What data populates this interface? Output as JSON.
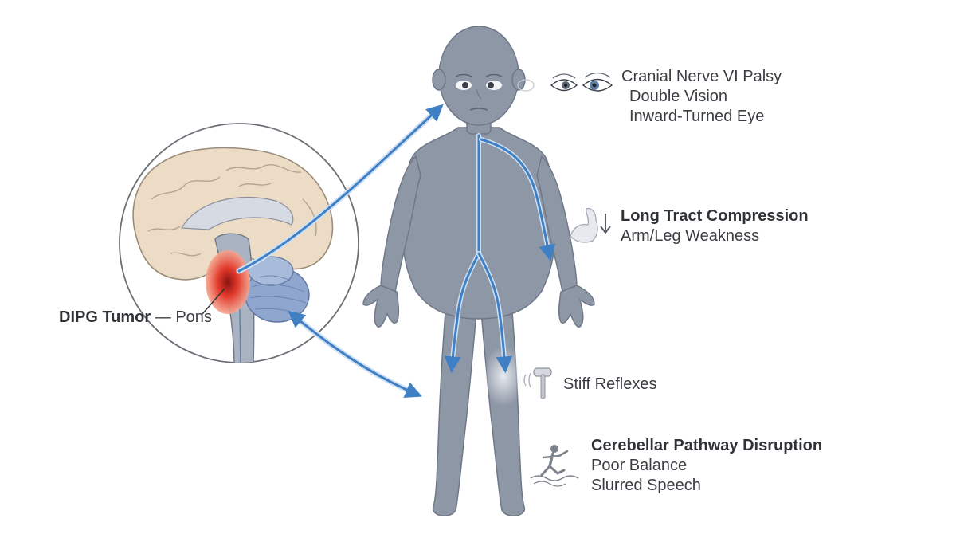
{
  "tumor": {
    "name": "DIPG Tumor",
    "dash": "—",
    "site": "Pons"
  },
  "cranial": {
    "title": "Cranial Nerve VI Palsy",
    "symptoms": [
      "Double Vision",
      "Inward-Turned Eye"
    ]
  },
  "long_tract": {
    "title": "Long Tract Compression",
    "symptoms": [
      "Arm/Leg Weakness"
    ]
  },
  "reflexes": {
    "title": "Stiff Reflexes"
  },
  "cerebellar": {
    "title": "Cerebellar Pathway Disruption",
    "symptoms": [
      "Poor Balance",
      "Slurred Speech"
    ]
  },
  "colors": {
    "arrow": "#3f7fc4",
    "body": "#8e97a6",
    "tumor": "#e23a2c",
    "cerebellum": "#8fa7cf",
    "cortex": "#ecdcc6"
  },
  "icons": [
    "eye-icon",
    "flexed-arm-icon",
    "down-arrow-icon",
    "reflex-hammer-icon",
    "off-balance-person-icon"
  ]
}
